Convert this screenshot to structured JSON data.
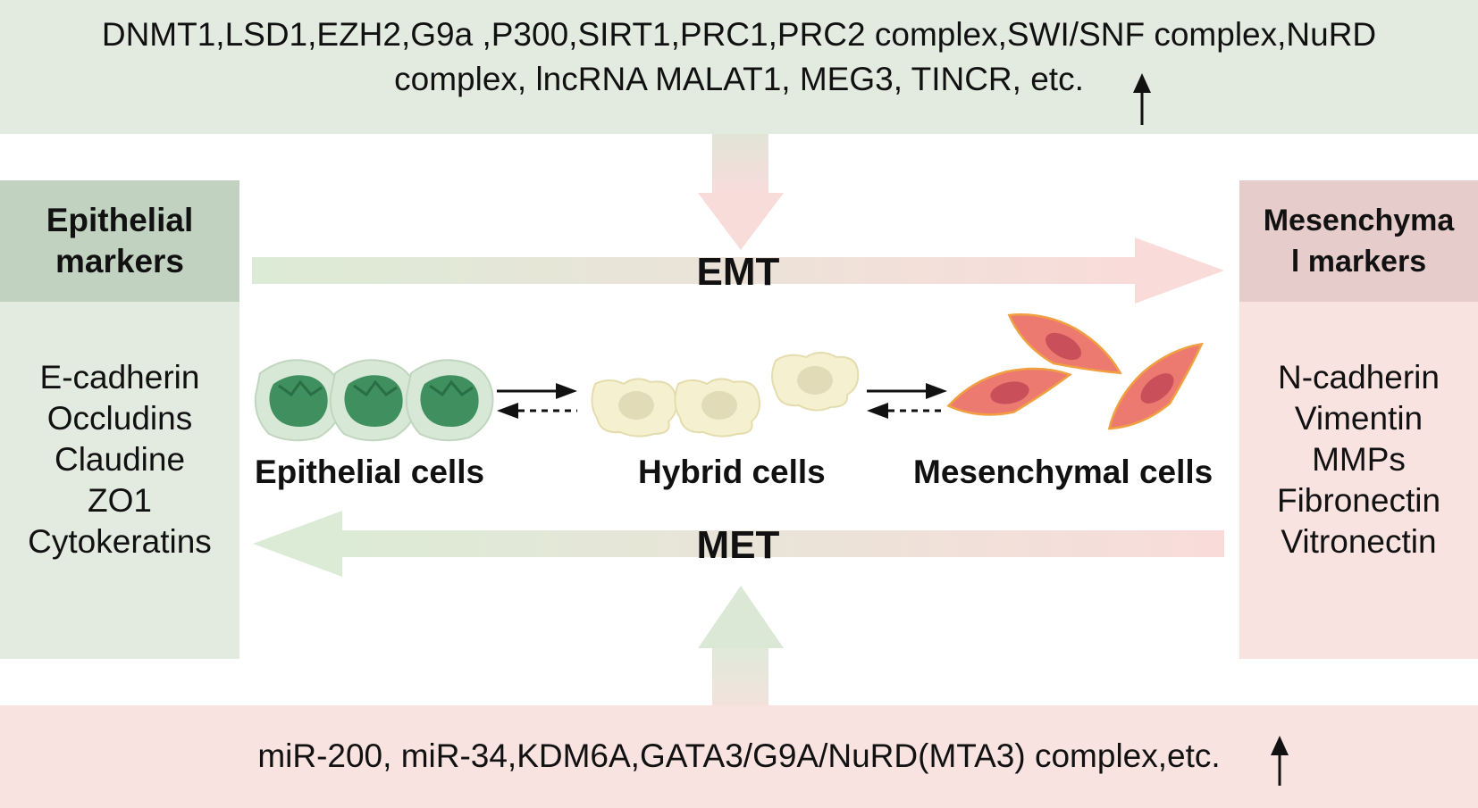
{
  "top": {
    "lines": [
      "DNMT1,LSD1,EZH2,G9a ,P300,SIRT1,PRC1,PRC2 complex,SWI/SNF complex,NuRD",
      "complex, lncRNA MALAT1, MEG3, TINCR, etc."
    ]
  },
  "bottom": {
    "text": "miR-200, miR-34,KDM6A,GATA3/G9A/NuRD(MTA3) complex,etc."
  },
  "left_panel": {
    "header_lines": [
      "Epithelial",
      "markers"
    ],
    "markers": [
      "E-cadherin",
      "Occludins",
      "Claudine",
      "ZO1",
      "Cytokeratins"
    ]
  },
  "right_panel": {
    "header_lines": [
      "Mesenchyma",
      "l markers"
    ],
    "markers": [
      "N-cadherin",
      "Vimentin",
      "MMPs",
      "Fibronectin",
      "Vitronectin"
    ]
  },
  "process": {
    "emt": "EMT",
    "met": "MET"
  },
  "cells": {
    "epithelial": "Epithelial cells",
    "hybrid": "Hybrid cells",
    "mesenchymal": "Mesenchymal cells"
  },
  "colors": {
    "epithelial_green": "#e3ebe1",
    "epithelial_header": "#c2d2c1",
    "mesenchymal_pink": "#f8e3e1",
    "mesenchymal_header": "#e6cccb",
    "epithelial_nucleus": "#3f8f5f",
    "hybrid_cell": "#f5f0d0",
    "mesenchymal_cell": "#ec7a70"
  }
}
